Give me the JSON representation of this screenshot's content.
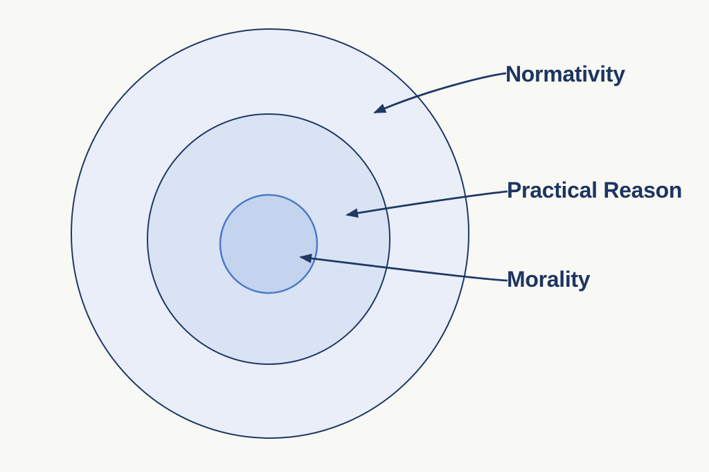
{
  "diagram": {
    "type": "concentric-euler-diagram",
    "background_color": "#f8f8f5",
    "arrow_color": "#1f3864",
    "label_color": "#1d3560",
    "rings": [
      {
        "label": "Normativity",
        "level": "outer",
        "fill": "#e9eef9",
        "stroke": "#1f3864"
      },
      {
        "label": "Practical Reason",
        "level": "middle",
        "fill": "#dae3f4",
        "stroke": "#1f3864"
      },
      {
        "label": "Morality",
        "level": "inner",
        "fill": "#c5d4ee",
        "stroke": "#4a7ac8"
      }
    ]
  }
}
